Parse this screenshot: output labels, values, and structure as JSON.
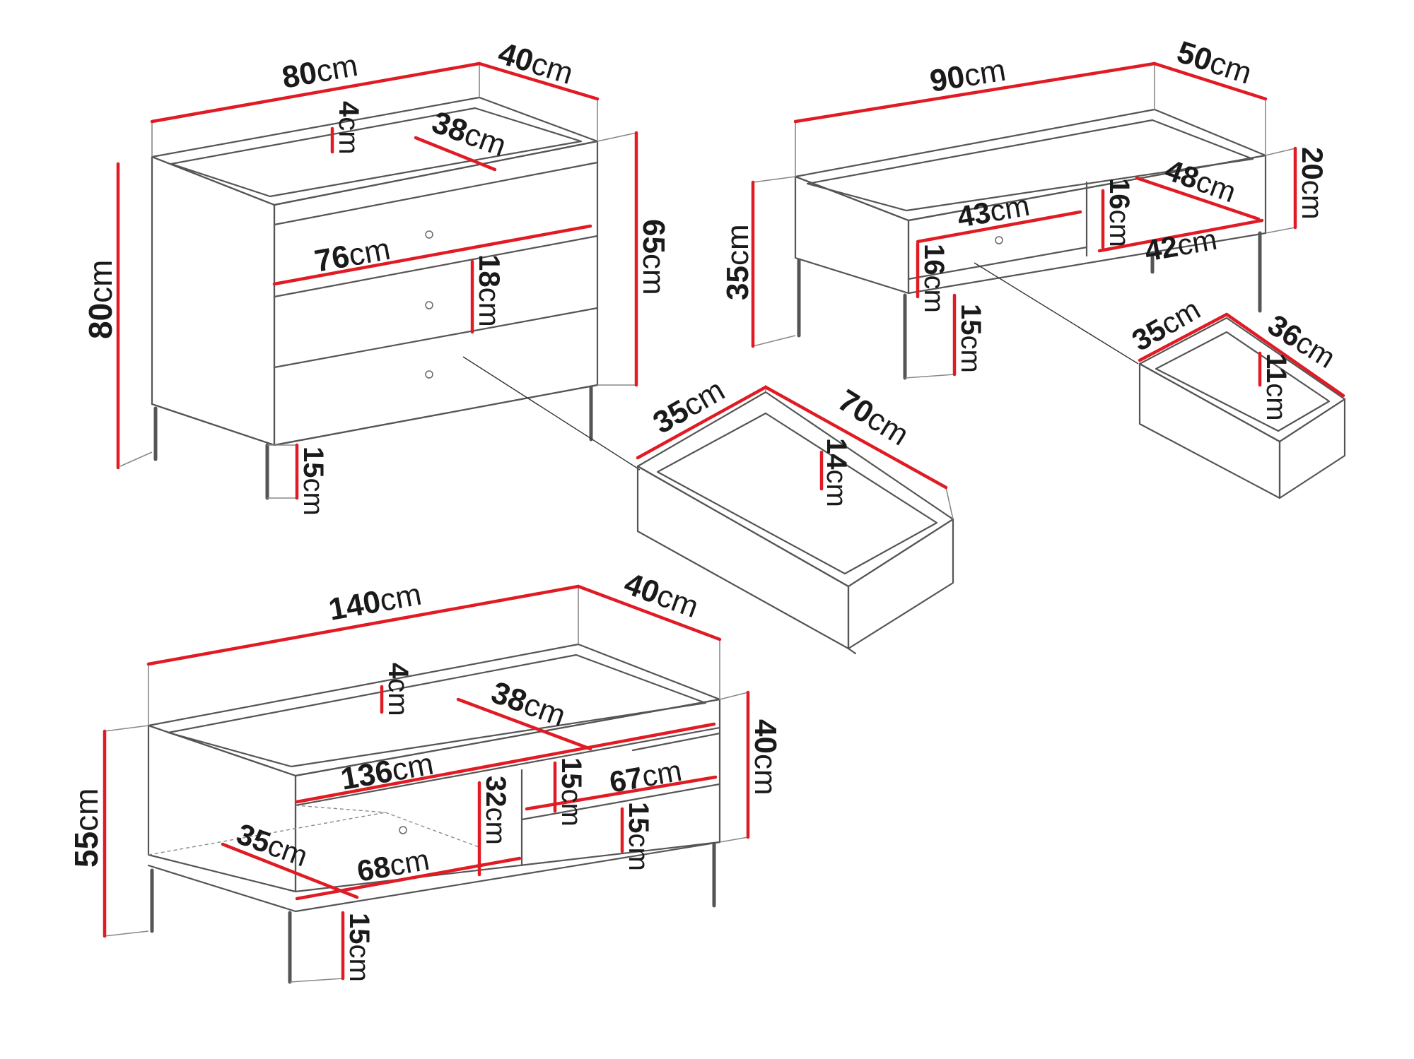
{
  "unit": "cm",
  "labels": {
    "dresser_width": "80",
    "dresser_depth": "40",
    "dresser_top_gap": "4",
    "dresser_inner_depth": "38",
    "dresser_inner_width": "76",
    "dresser_drawer_height": "18",
    "dresser_height": "80",
    "dresser_body_height": "65",
    "dresser_leg": "15",
    "drawer_large_depth": "35",
    "drawer_large_width": "70",
    "drawer_large_height": "14",
    "tv_width": "90",
    "tv_depth": "50",
    "tv_body_height": "20",
    "tv_inner_depth": "48",
    "tv_drawer_width": "43",
    "tv_compartment_height": "16",
    "tv_drawer_height": "16",
    "tv_shelf_width": "42",
    "tv_height": "35",
    "tv_leg": "15",
    "drawer_small_depth": "35",
    "drawer_small_width": "36",
    "drawer_small_height": "11",
    "bench_width": "140",
    "bench_depth": "40",
    "bench_top_gap": "4",
    "bench_inner_depth": "38",
    "bench_inner_width": "136",
    "bench_compartment_height": "32",
    "bench_shelf_gap": "15",
    "bench_shelf_width": "67",
    "bench_shelf_gap2": "15",
    "bench_body_height": "40",
    "bench_height": "55",
    "bench_bottom_depth": "35",
    "bench_bottom_width": "68",
    "bench_leg": "15"
  },
  "colors": {
    "dimension_line": "#e01b24",
    "outline": "#555555",
    "text": "#1a1a1a"
  }
}
